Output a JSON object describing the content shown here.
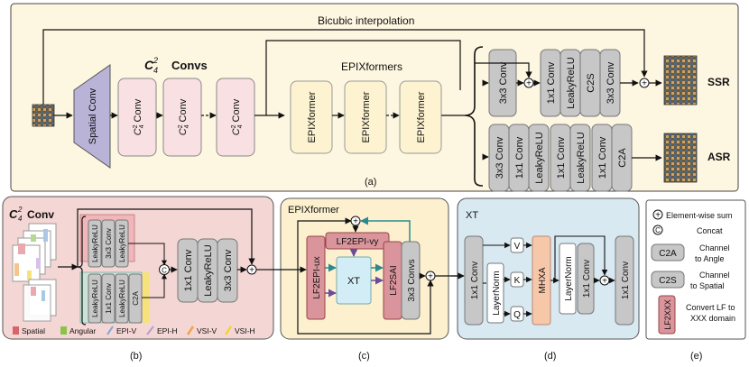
{
  "panel_a": {
    "bicubic": "Bicubic interpolation",
    "convs_title_sub": "4",
    "convs_title_sup": "2",
    "convs_title_word": "Convs",
    "spatial_conv": "Spatial Conv",
    "c42_conv": "Conv",
    "epixformers_title": "EPIXformers",
    "epixformer": "EPIXformer",
    "ssr_branch": [
      "3x3 Conv",
      "1x1 Conv",
      "LeakyReLU",
      "C2S",
      "3x3 Conv"
    ],
    "asr_branch": [
      "3x3 Conv",
      "1x1 Conv",
      "LeakyReLU",
      "1x1 Conv",
      "LeakyReLU",
      "1x1 Conv",
      "C2A"
    ],
    "ssr": "SSR",
    "asr": "ASR",
    "caption": "(a)"
  },
  "panel_b": {
    "title_word": "Conv",
    "top_group": [
      "LeakyReLU",
      "3x3 Conv",
      "LeakyReLU"
    ],
    "bottom_group": [
      "LeakyReLU",
      "1x1 Conv",
      "LeakyReLU",
      "C2A"
    ],
    "concat": "C",
    "stack": [
      "1x1 Conv",
      "LeakyReLU",
      "3x3 Conv"
    ],
    "legend": [
      "Spatial",
      "Angular",
      "EPI-V",
      "EPI-H",
      "VSI-V",
      "VSI-H"
    ],
    "caption": "(b)"
  },
  "panel_c": {
    "title": "EPIXformer",
    "lf2epi_vy": "LF2EPI-vy",
    "lf2epi_ux": "LF2EPI-ux",
    "xt": "XT",
    "lf2sai": "LF2SAI",
    "convs": "3x3 Convs",
    "caption": "(c)"
  },
  "panel_d": {
    "title": "XT",
    "conv_in": "1x1 Conv",
    "layernorm": "LayerNorm",
    "v": "V",
    "k": "K",
    "q": "Q",
    "mhxa": "MHXA",
    "layernorm2": "LayerNorm",
    "conv_mid": "1x1 Conv",
    "conv_out": "1x1 Conv",
    "caption": "(d)"
  },
  "panel_e": {
    "items": [
      {
        "icon": "+",
        "text": "Element-wise sum"
      },
      {
        "icon": "C",
        "text": "Concat"
      },
      {
        "icon": "C2A",
        "text": "Channel to Angle"
      },
      {
        "icon": "C2S",
        "text": "Channel to Spatial"
      },
      {
        "icon": "LF2XXX",
        "text": "Convert LF to XXX domain"
      }
    ],
    "caption": "(e)"
  },
  "colors": {
    "panel_a_bg": "#fdf6e0",
    "panel_b_bg": "#f4d6d4",
    "panel_c_bg": "#fdf0cf",
    "panel_d_bg": "#d9e9f2",
    "conv_pink": "#f9e1e3",
    "epix_yellow": "#fdf3d0",
    "gray_block": "#c7c7c7",
    "spatial_conv": "#b9b3d8",
    "lf2_red": "#d9959b",
    "xt_blue": "#d3edf6",
    "mhxa_orange": "#f6c7a9",
    "teal_arrow": "#2a8a8f",
    "purple_arrow": "#6a4c9c"
  }
}
